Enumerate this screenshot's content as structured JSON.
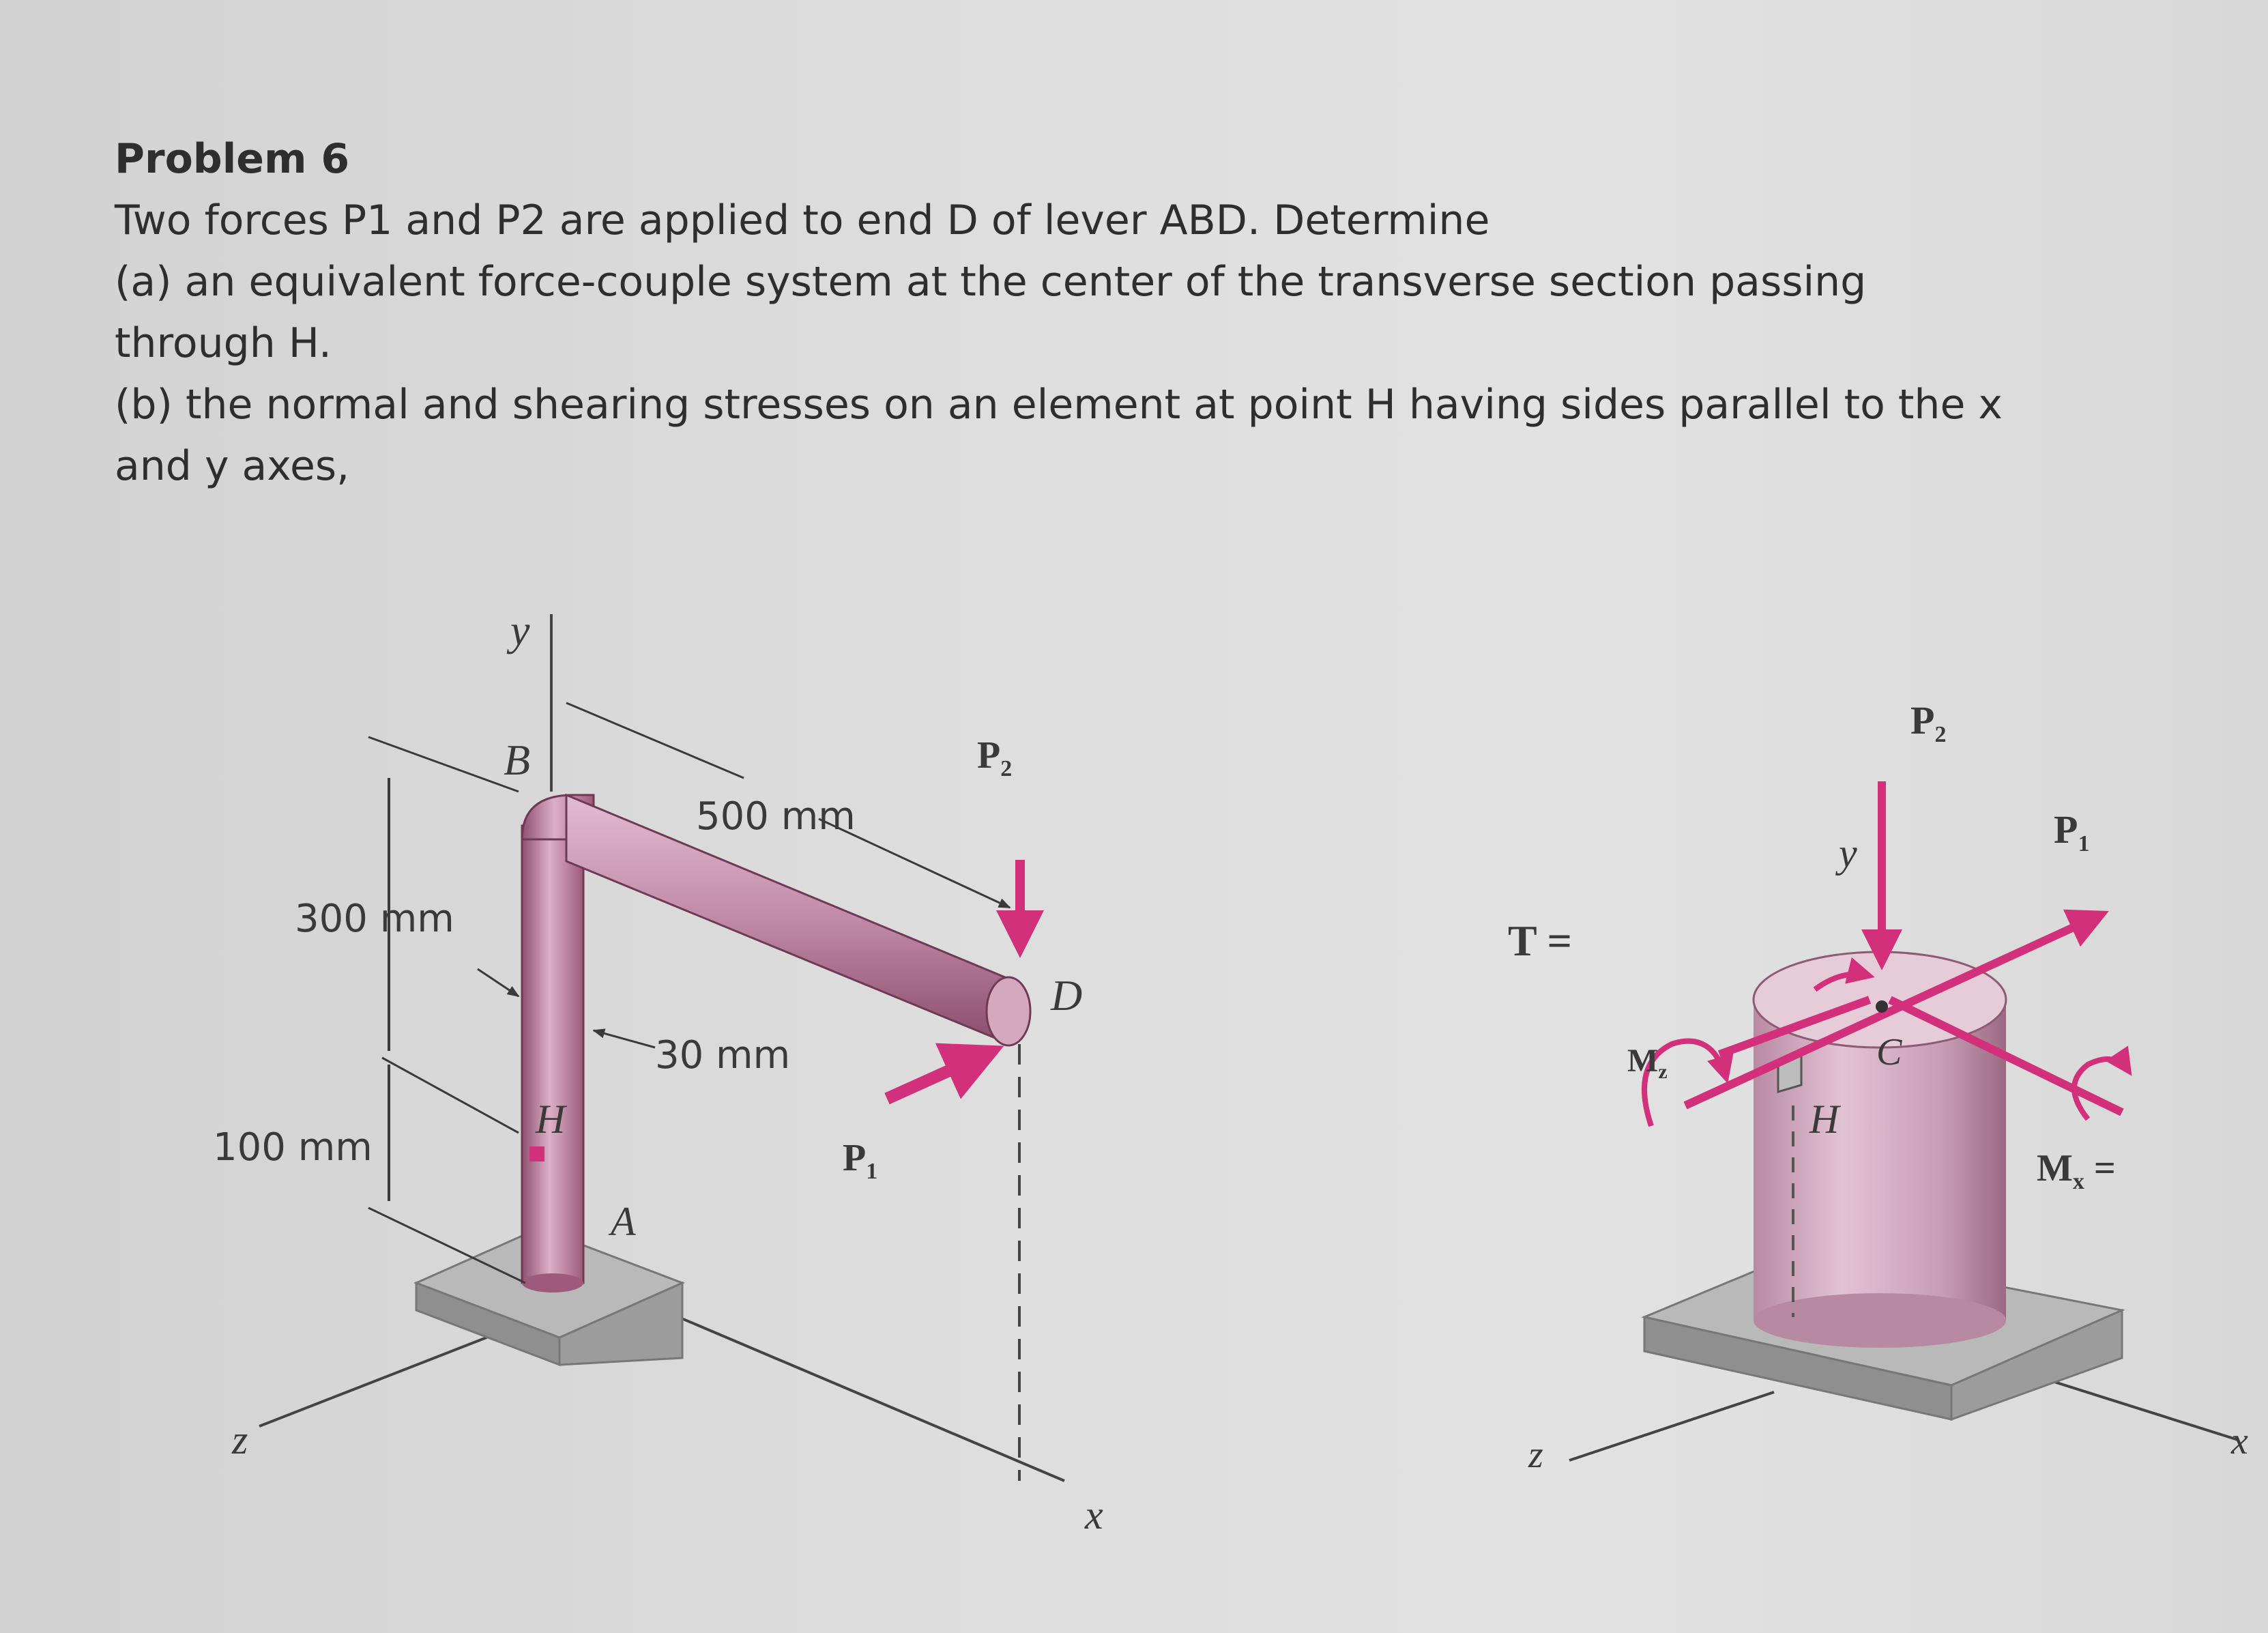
{
  "problem": {
    "title": "Problem 6",
    "line1": "Two forces P1 and P2 are applied to end D of lever ABD. Determine",
    "line2": "(a)  an equivalent force-couple system at the center of the transverse section passing",
    "line3": "through H.",
    "line4": "(b) the normal and shearing stresses on an element at point H having sides parallel to the x",
    "line5": "and y axes,"
  },
  "figure_left": {
    "axis_y": "y",
    "axis_z": "z",
    "axis_x": "x",
    "point_B": "B",
    "point_H": "H",
    "point_A": "A",
    "point_D": "D",
    "dim_300": "300 mm",
    "dim_500": "500 mm",
    "dim_30": "30 mm",
    "dim_100": "100 mm",
    "force_P2": "P",
    "force_P2_sub": "2",
    "force_P1": "P",
    "force_P1_sub": "1"
  },
  "figure_right": {
    "torque_label": "T =",
    "axis_y": "y",
    "axis_z": "z",
    "axis_x": "x",
    "point_C": "C",
    "point_H": "H",
    "force_P2": "P",
    "force_P2_sub": "2",
    "force_P1": "P",
    "force_P1_sub": "1",
    "moment_Mz": "M",
    "moment_Mz_sub": "z",
    "moment_Mx": "M",
    "moment_Mx_sub": "x",
    "moment_Mx_eq": "="
  },
  "colors": {
    "rod": "#b06a8e",
    "rod_light": "#dcb0c6",
    "arrow": "#d2307a",
    "base": "#a9a9a9",
    "text": "#2e2e2e"
  }
}
